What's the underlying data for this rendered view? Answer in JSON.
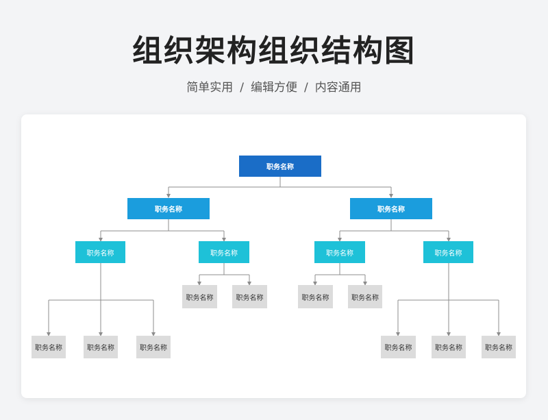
{
  "header": {
    "title": "组织架构组织结构图",
    "subtitle_parts": [
      "简单实用",
      "编辑方便",
      "内容通用"
    ],
    "separator": "/"
  },
  "colors": {
    "level0": "#1a6dc7",
    "level1": "#1b9ddd",
    "level2": "#1ec1d8",
    "level3": "#dcdcdc",
    "connector": "#8c8c8c"
  },
  "org": {
    "root": "职务名称",
    "dept_left": "职务名称",
    "dept_right": "职务名称",
    "team_l1": "职务名称",
    "team_l2": "职务名称",
    "team_r1": "职务名称",
    "team_r2": "职务名称",
    "leaf_l1a": "职务名称",
    "leaf_l1b": "职务名称",
    "leaf_l1c": "职务名称",
    "leaf_l2a": "职务名称",
    "leaf_l2b": "职务名称",
    "leaf_r1a": "职务名称",
    "leaf_r1b": "职务名称",
    "leaf_r2a": "职务名称",
    "leaf_r2b": "职务名称",
    "leaf_r2c": "职务名称"
  }
}
